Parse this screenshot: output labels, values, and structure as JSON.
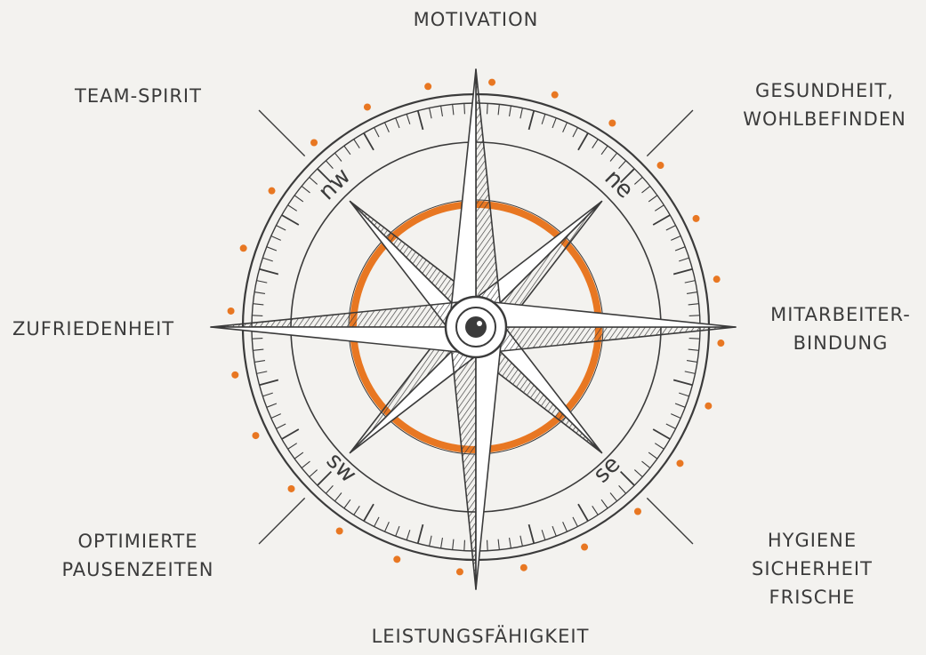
{
  "diagram": {
    "labels": {
      "north": "MOTIVATION",
      "northeast": "GESUNDHEIT,\nWOHLBEFINDEN",
      "east": "MITARBEITER-\nBINDUNG",
      "southeast": "HYGIENE\nSICHERHEIT\nFRISCHE",
      "south": "LEISTUNGSFÄHIGKEIT",
      "southwest": "OPTIMIERTE\nPAUSENZEITEN",
      "west": "ZUFRIEDENHEIT",
      "northwest": "TEAM-SPIRIT"
    },
    "compass_marks": {
      "nw": "nw",
      "ne": "ne",
      "se": "se",
      "sw": "sw"
    },
    "colors": {
      "accent": "#e87722",
      "ink": "#3b3b3b",
      "background": "#f3f2ef"
    }
  }
}
